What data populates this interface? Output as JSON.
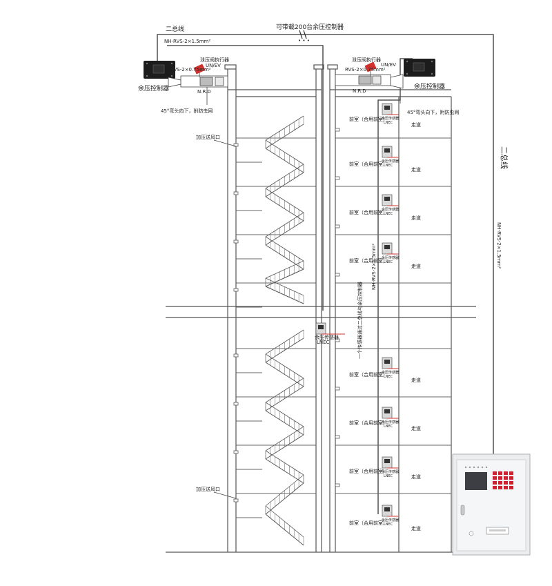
{
  "labels": {
    "top_bus_left": "二总线",
    "top_capacity": "可带载200台余压控制器",
    "top_dots": "• • •",
    "cable_spec_top": "NH-RVS-2×1.5mm²",
    "controller_left": "余压控制器",
    "controller_right": "余压控制器",
    "screen_note_left": "45°弯头向下，附防虫网",
    "screen_note_right": "45°弯头向下，附防虫网",
    "valve_label": "泄压阀执行器",
    "valve_power": "UN/EV",
    "valve_cable": "RVS-2×0.75mm²",
    "duct_marker": "N.R.D",
    "inlet_top": "加压送风口",
    "inlet_bottom": "加压送风口",
    "anteroom": "前室（合用前室）",
    "corridor": "走道",
    "sensor": "余压传感器",
    "sensor_model": "LNEC",
    "riser_cable": "NH-RVS-2×1.5mm²",
    "mid_note": "一个传感器通过二总线与余压控制器",
    "right_bus_label": "二总线",
    "right_cable_spec": "NH-RVS-2×1.5mm²"
  },
  "colors": {
    "line": "#3b3b3b",
    "wall": "#555555",
    "controller_body": "#1c1c1c",
    "valve_red": "#d2322d",
    "cabinet_body": "#ecedef",
    "cabinet_screen": "#3d3d44",
    "keypad_red": "#cf2030"
  },
  "icons": {
    "controller": "controller-box-icon",
    "valve": "valve-actuator-icon",
    "sensor": "pressure-sensor-icon",
    "cabinet": "control-cabinet-icon"
  }
}
